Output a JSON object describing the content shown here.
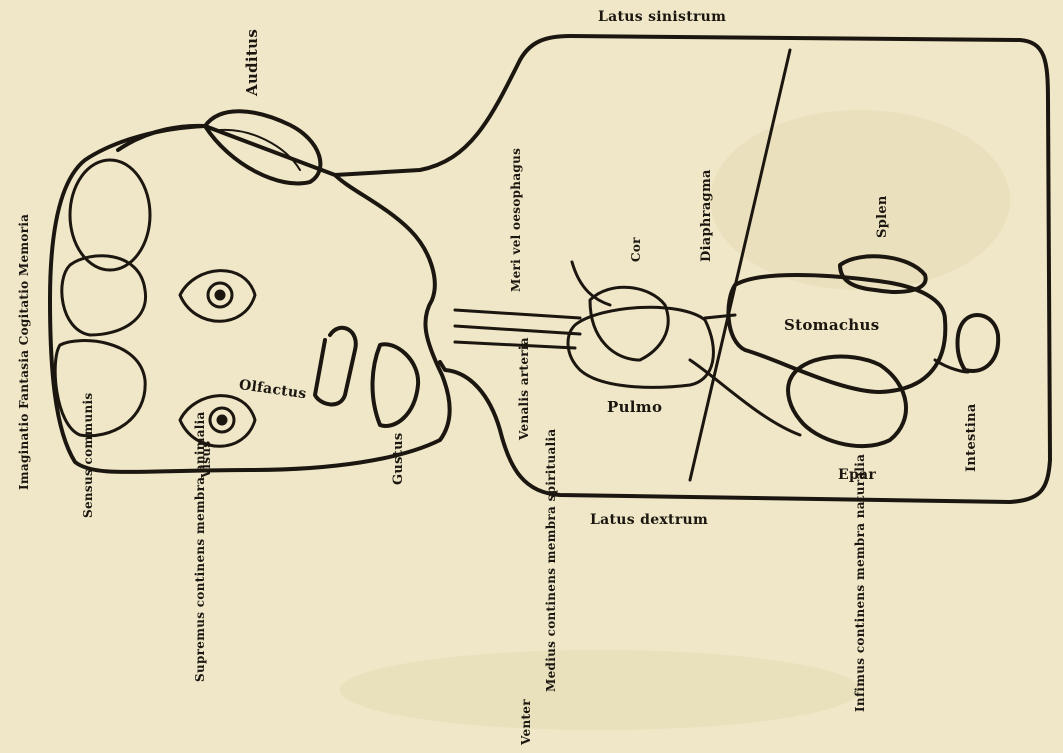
{
  "colors": {
    "paper": "#efe7c8",
    "ink": "#1b160f",
    "stain": "#d9cfa6"
  },
  "labels": {
    "latus_sinistrum": "Latus sinistrum",
    "latus_dextrum": "Latus dextrum",
    "auditus": "Auditus",
    "cogitatio": "Imaginatio Fantasia Cogitatio Memoria",
    "sensus_communis": "Sensus communis",
    "visus": "Visus",
    "olfactus": "Olfactus",
    "gustus": "Gustus",
    "meri_oesophagus": "Meri vel oesophagus",
    "cor": "Cor",
    "diaphragma": "Diaphragma",
    "splen": "Splen",
    "stomachus": "Stomachus",
    "venalis_arteria": "Venalis arteria",
    "pulmo": "Pulmo",
    "epar": "Epar",
    "intestina": "Intestina",
    "supremus_venter": "Supremus continens membra animalia",
    "medius_venter": "Medius continens membra spiritualia",
    "infimus_venter": "Infimus continens membra naturalia",
    "venter": "Venter"
  }
}
